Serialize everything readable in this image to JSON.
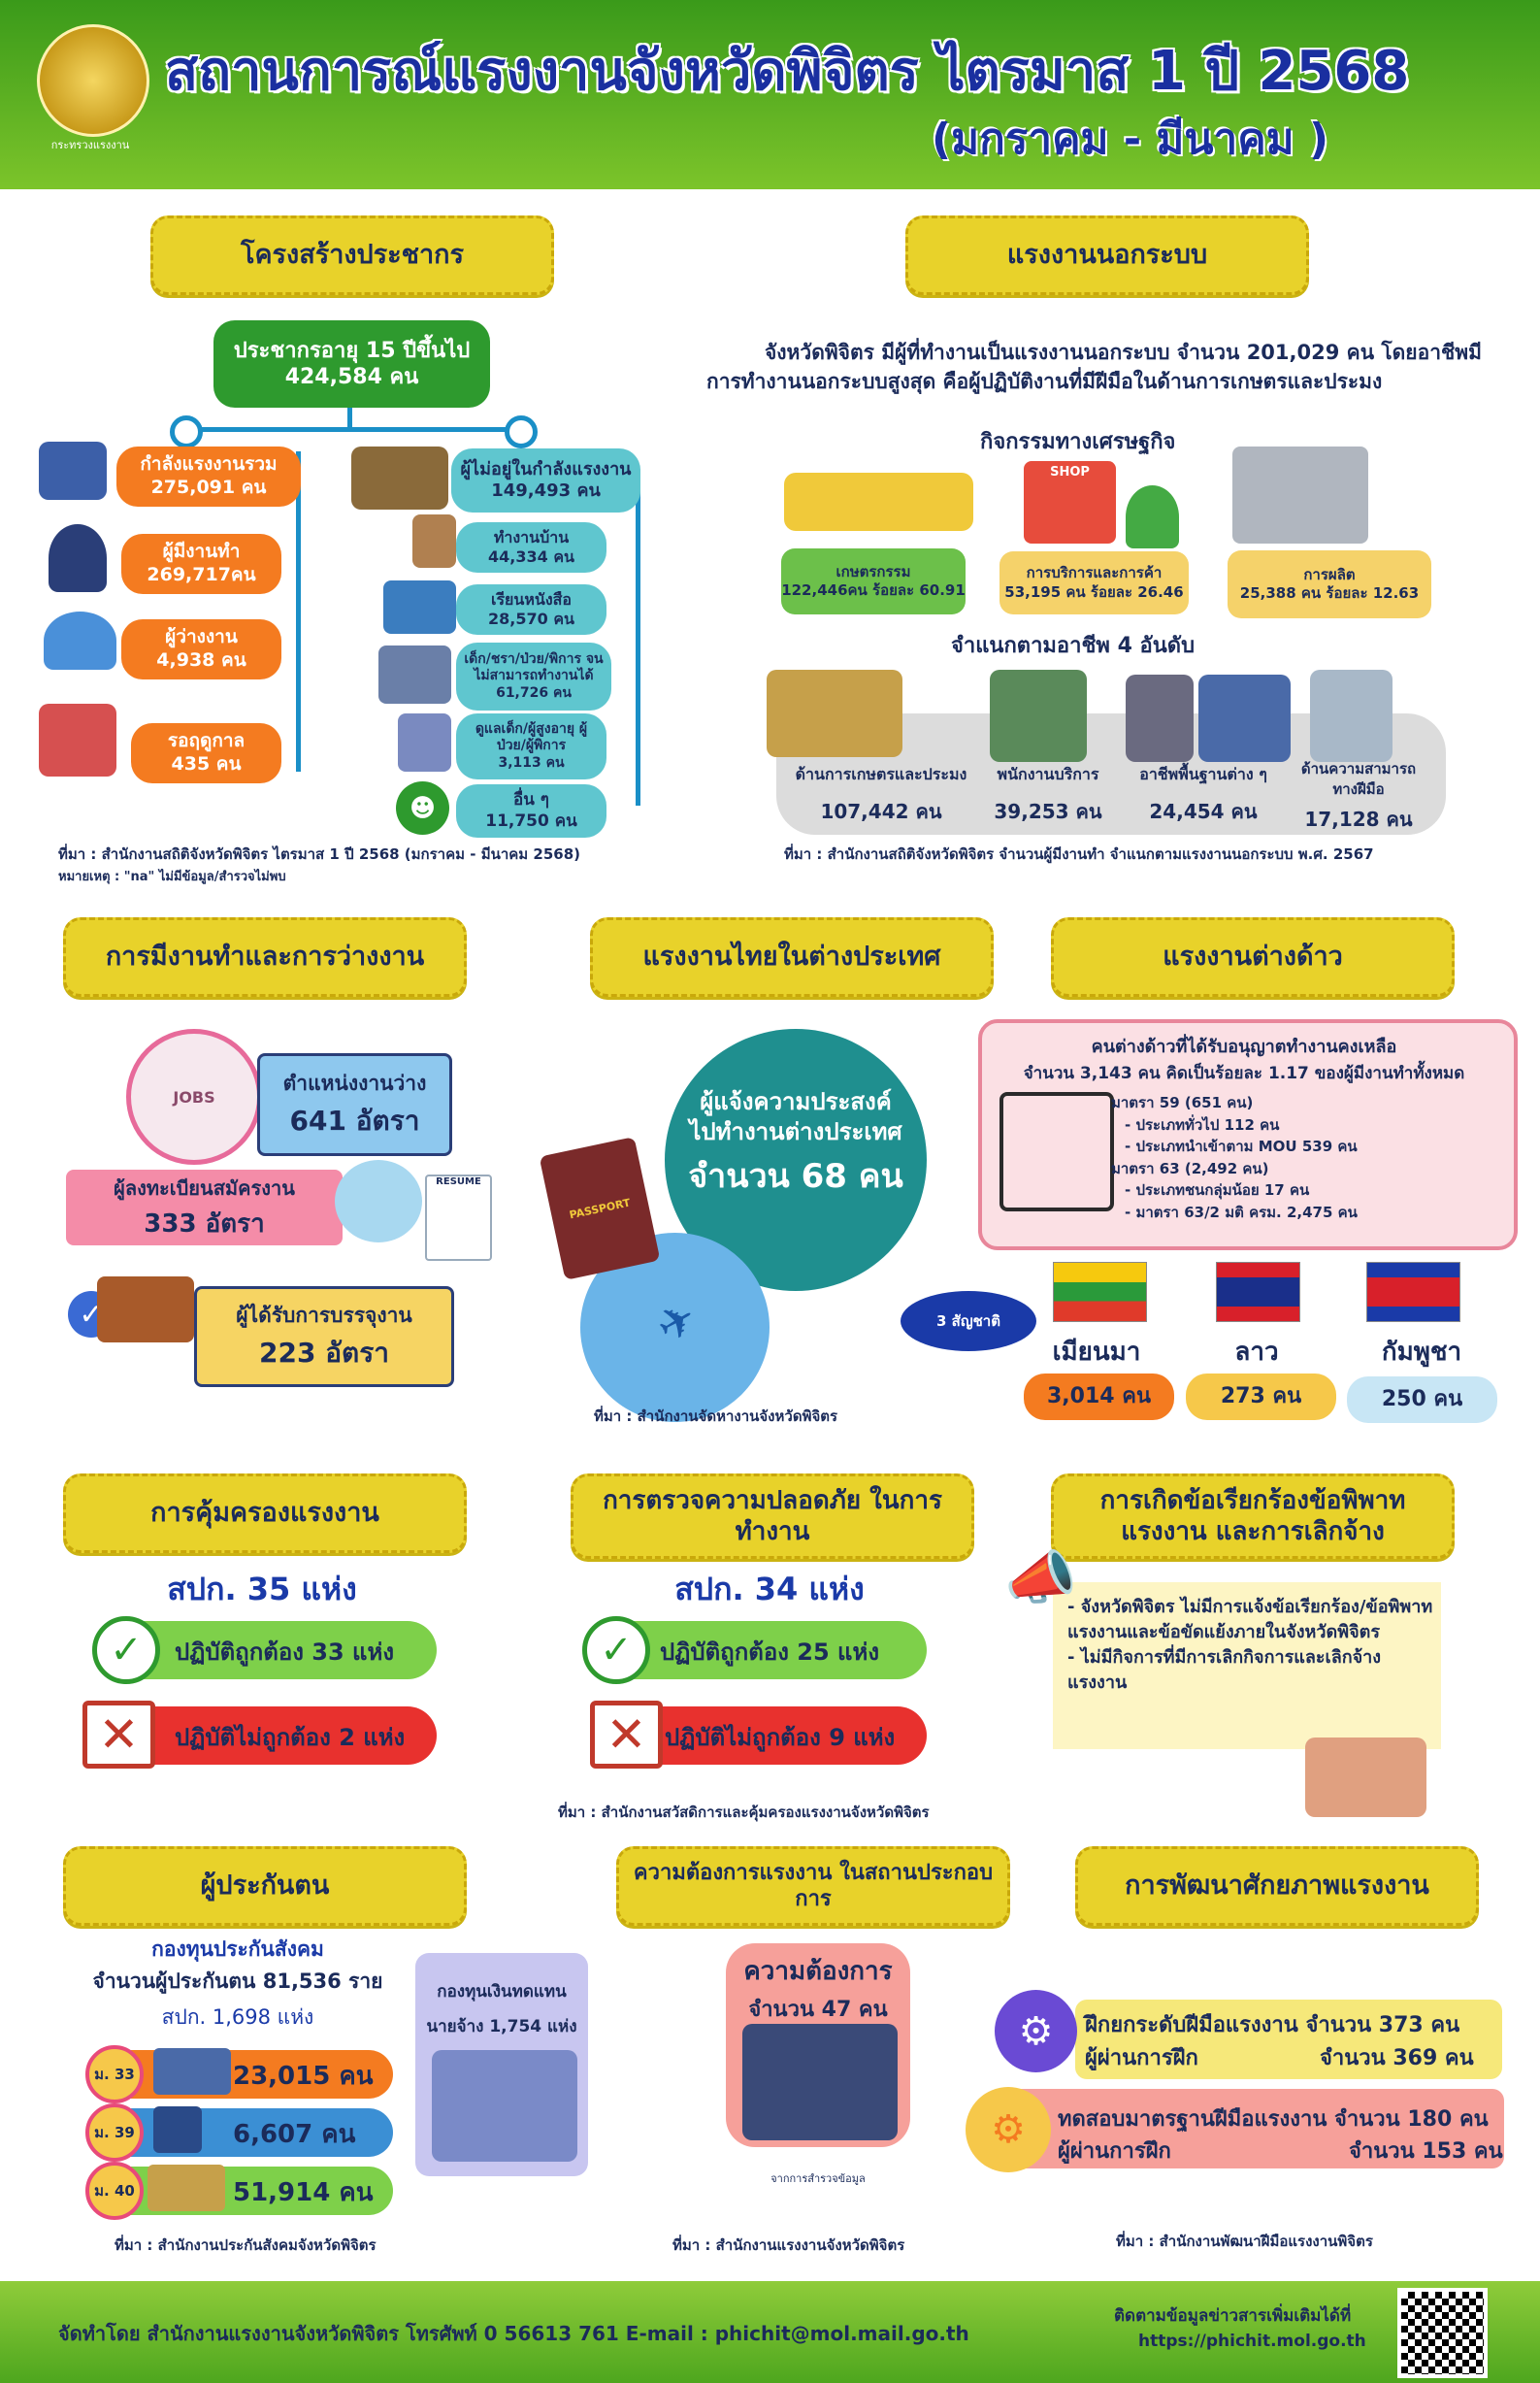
{
  "header": {
    "title": "สถานการณ์แรงงานจังหวัดพิจิตร ไตรมาส 1 ปี 2568",
    "subtitle": "(มกราคม - มีนาคม )",
    "logo_caption": "กระทรวงแรงงาน"
  },
  "population": {
    "section_title": "โครงสร้างประชากร",
    "total_label": "ประชากรอายุ 15 ปีขึ้นไป",
    "total_value": "424,584 คน",
    "labor_force": [
      {
        "label": "กำลังแรงงานรวม",
        "value": "275,091 คน"
      },
      {
        "label": "ผู้มีงานทำ",
        "value": "269,717คน"
      },
      {
        "label": "ผู้ว่างงาน",
        "value": "4,938 คน"
      },
      {
        "label": "รอฤดูกาล",
        "value": "435 คน"
      }
    ],
    "not_in_labor": {
      "label": "ผู้ไม่อยู่ในกำลังแรงงาน",
      "value": "149,493 คน"
    },
    "not_in_labor_items": [
      {
        "label": "ทำงานบ้าน",
        "value": "44,334 คน"
      },
      {
        "label": "เรียนหนังสือ",
        "value": "28,570 คน"
      },
      {
        "label": "เด็ก/ชรา/ป่วย/พิการ จนไม่สามารถทำงานได้",
        "value": "61,726 คน"
      },
      {
        "label": "ดูแลเด็ก/ผู้สูงอายุ ผู้ป่วย/ผู้พิการ",
        "value": "3,113 คน"
      },
      {
        "label": "อื่น ๆ",
        "value": "11,750 คน"
      }
    ],
    "source": "ที่มา : สำนักงานสถิติจังหวัดพิจิตร ไตรมาส 1 ปี 2568 (มกราคม - มีนาคม 2568)",
    "note": "หมายเหตุ : \"na\" ไม่มีข้อมูล/สำรวจไม่พบ"
  },
  "informal": {
    "section_title": "แรงงานนอกระบบ",
    "desc": "จังหวัดพิจิตร มีผู้ที่ทำงานเป็นแรงงานนอกระบบ จำนวน 201,029 คน โดยอาชีพมีการทำงานนอกระบบสูงสุด คือผู้ปฏิบัติงานที่มีฝีมือในด้านการเกษตรและประมง",
    "eco_title": "กิจกรรมทางเศรษฐกิจ",
    "eco": [
      {
        "label": "เกษตรกรรม",
        "value": "122,446คน ร้อยละ 60.91"
      },
      {
        "label": "การบริการและการค้า",
        "value": "53,195 คน ร้อยละ 26.46"
      },
      {
        "label": "การผลิต",
        "value": "25,388 คน ร้อยละ 12.63"
      }
    ],
    "occ_title": "จำแนกตามอาชีพ 4 อันดับ",
    "occ": [
      {
        "label": "ด้านการเกษตรและประมง",
        "value": "107,442 คน"
      },
      {
        "label": "พนักงานบริการ",
        "value": "39,253 คน"
      },
      {
        "label": "อาชีพพื้นฐานต่าง ๆ",
        "value": "24,454 คน"
      },
      {
        "label": "ด้านความสามารถทางฝีมือ",
        "value": "17,128 คน"
      }
    ],
    "source": "ที่มา : สำนักงานสถิติจังหวัดพิจิตร จำนวนผู้มีงานทำ จำแนกตามแรงงานนอกระบบ พ.ศ. 2567",
    "shop_sign": "SHOP"
  },
  "employment": {
    "section_title": "การมีงานทำและการว่างงาน",
    "items": [
      {
        "label": "ตำแหน่งงานว่าง",
        "value": "641 อัตรา"
      },
      {
        "label": "ผู้ลงทะเบียนสมัครงาน",
        "value": "333 อัตรา"
      },
      {
        "label": "ผู้ได้รับการบรรจุงาน",
        "value": "223 อัตรา"
      }
    ],
    "jobs_sign": "JOBS",
    "resume_sign": "RESUME"
  },
  "overseas": {
    "section_title": "แรงงานไทยในต่างประเทศ",
    "circle_l1": "ผู้แจ้งความประสงค์",
    "circle_l2": "ไปทำงานต่างประเทศ",
    "circle_value": "จำนวน 68 คน",
    "passport": "PASSPORT",
    "source": "ที่มา : สำนักงานจัดหางานจังหวัดพิจิตร"
  },
  "foreign": {
    "section_title": "แรงงานต่างด้าว",
    "box_title": "คนต่างด้าวที่ได้รับอนุญาตทำงานคงเหลือ",
    "box_sub": "จำนวน 3,143 คน คิดเป็นร้อยละ 1.17 ของผู้มีงานทำทั้งหมด",
    "lines": [
      "มาตรา 59  (651 คน)",
      "- ประเภททั่วไป 112 คน",
      "- ประเภทนำเข้าตาม MOU 539 คน",
      "มาตรา 63  (2,492 คน)",
      "- ประเภทชนกลุ่มน้อย 17 คน",
      "- มาตรา 63/2 มติ ครม.  2,475 คน"
    ],
    "nations_badge": "3 สัญชาติ",
    "nations": [
      {
        "name": "เมียนมา",
        "value": "3,014 คน"
      },
      {
        "name": "ลาว",
        "value": "273 คน"
      },
      {
        "name": "กัมพูชา",
        "value": "250 คน"
      }
    ]
  },
  "protection": {
    "section_title": "การคุ้มครองแรงงาน",
    "count": "สปก. 35 แห่ง",
    "ok": "ปฏิบัติถูกต้อง 33 แห่ง",
    "bad": "ปฏิบัติไม่ถูกต้อง 2 แห่ง"
  },
  "safety": {
    "section_title": "การตรวจความปลอดภัย ในการทำงาน",
    "count": "สปก. 34 แห่ง",
    "ok": "ปฏิบัติถูกต้อง 25 แห่ง",
    "bad": "ปฏิบัติไม่ถูกต้อง 9 แห่ง",
    "source": "ที่มา : สำนักงานสวัสดิการและคุ้มครองแรงงานจังหวัดพิจิตร"
  },
  "dispute": {
    "section_title": "การเกิดข้อเรียกร้องข้อพิพาท แรงงาน และการเลิกจ้าง",
    "text": "- จังหวัดพิจิตร ไม่มีการแจ้งข้อเรียกร้อง/ข้อพิพาทแรงงานและข้อขัดแย้งภายในจังหวัดพิจิตร\n- ไม่มีกิจการที่มีการเลิกกิจการและเลิกจ้างแรงงาน"
  },
  "insured": {
    "section_title": "ผู้ประกันตน",
    "fund": "กองทุนประกันสังคม",
    "total": "จำนวนผู้ประกันตน 81,536 ราย",
    "spk": "สปก. 1,698 แห่ง",
    "rows": [
      {
        "badge": "ม. 33",
        "value": "23,015 คน"
      },
      {
        "badge": "ม. 39",
        "value": "6,607 คน"
      },
      {
        "badge": "ม. 40",
        "value": "51,914 คน"
      }
    ],
    "comp_title": "กองทุนเงินทดแทน",
    "comp_value": "นายจ้าง 1,754 แห่ง",
    "source": "ที่มา : สำนักงานประกันสังคมจังหวัดพิจิตร"
  },
  "demand": {
    "section_title": "ความต้องการแรงงาน ในสถานประกอบการ",
    "box_title": "ความต้องการ",
    "box_value": "จำนวน 47 คน",
    "caption": "จากการสำรวจข้อมูล",
    "source": "ที่มา : สำนักงานแรงงานจังหวัดพิจิตร"
  },
  "development": {
    "section_title": "การพัฒนาศักยภาพแรงงาน",
    "r1a": "ฝึกยกระดับฝีมือแรงงาน จำนวน 373 คน",
    "r1b_l": "ผู้ผ่านการฝึก",
    "r1b_r": "จำนวน 369 คน",
    "r2a": "ทดสอบมาตรฐานฝีมือแรงงาน จำนวน 180 คน",
    "r2b_l": "ผู้ผ่านการฝึก",
    "r2b_r": "จำนวน 153 คน",
    "source": "ที่มา : สำนักงานพัฒนาฝีมือแรงงานพิจิตร"
  },
  "footer": {
    "by": "จัดทำโดย  สำนักงานแรงงานจังหวัดพิจิตร   โทรศัพท์ 0 56613 761    E-mail : phichit@mol.mail.go.th",
    "follow": "ติดตามข้อมูลข่าวสารเพิ่มเติมได้ที่",
    "url": "https://phichit.mol.go.th"
  }
}
